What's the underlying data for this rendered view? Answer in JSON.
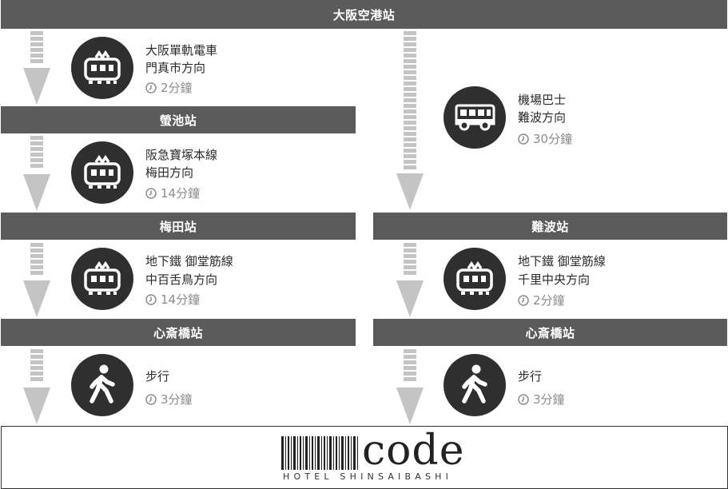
{
  "stations": {
    "airport": "大阪空港站",
    "hotarugaike": "螢池站",
    "umeda": "梅田站",
    "namba": "難波站",
    "shinsaibashi_left": "心斎橋站",
    "shinsaibashi_right": "心斎橋站"
  },
  "segments": {
    "monorail": {
      "icon": "train-icon",
      "line1": "大阪單軌電車",
      "line2": "門真市方向",
      "time": "2分鐘"
    },
    "hankyu": {
      "icon": "train-icon",
      "line1": "阪急寶塚本線",
      "line2": "梅田方向",
      "time": "14分鐘"
    },
    "midosuji_south": {
      "icon": "train-icon",
      "line1": "地下鐵 御堂筋線",
      "line2": "中百舌鳥方向",
      "time": "14分鐘"
    },
    "walk_left": {
      "icon": "walking-person-icon",
      "line1": "步行",
      "time": "3分鐘"
    },
    "bus": {
      "icon": "bus-icon",
      "line1": "機場巴士",
      "line2": "難波方向",
      "time": "30分鐘"
    },
    "midosuji_north": {
      "icon": "train-icon",
      "line1": "地下鐵 御堂筋線",
      "line2": "千里中央方向",
      "time": "2分鐘"
    },
    "walk_right": {
      "icon": "walking-person-icon",
      "line1": "步行",
      "time": "3分鐘"
    }
  },
  "logo": {
    "word": "code",
    "subtitle": "HOTEL SHINSAIBASHI"
  },
  "colors": {
    "bar": "#5b5b5b",
    "icon_bg": "#2f2f2f",
    "arrow": "#c4c4c4",
    "time_text": "#8c8c8c"
  }
}
